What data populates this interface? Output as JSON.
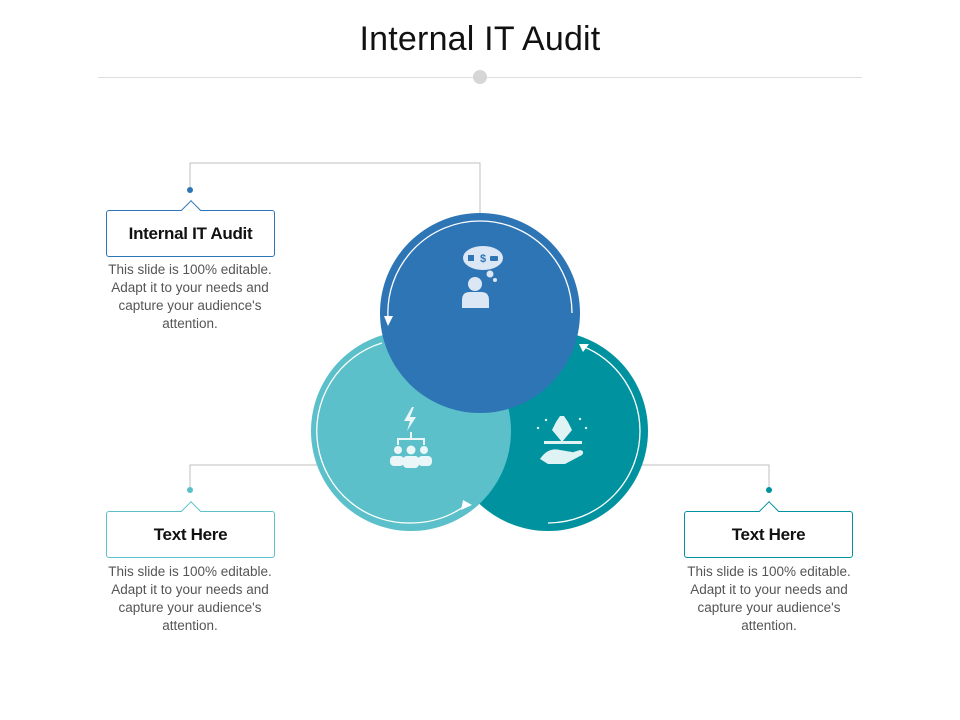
{
  "slide": {
    "title": "Internal IT Audit"
  },
  "items": [
    {
      "heading": "Internal IT Audit",
      "text": "This slide is 100% editable. Adapt it to your needs and capture your audience's attention.",
      "color": "#2e75b6",
      "icon": "thought-bubble-person-icon"
    },
    {
      "heading": "Text Here",
      "text": "This slide is 100% editable. Adapt it to your needs and capture your audience's attention.",
      "color": "#5bc0c9",
      "icon": "team-hierarchy-icon"
    },
    {
      "heading": "Text Here",
      "text": "This slide is 100% editable. Adapt it to your needs and capture your audience's attention.",
      "color": "#00929f",
      "icon": "hand-serving-diamond-icon"
    }
  ]
}
